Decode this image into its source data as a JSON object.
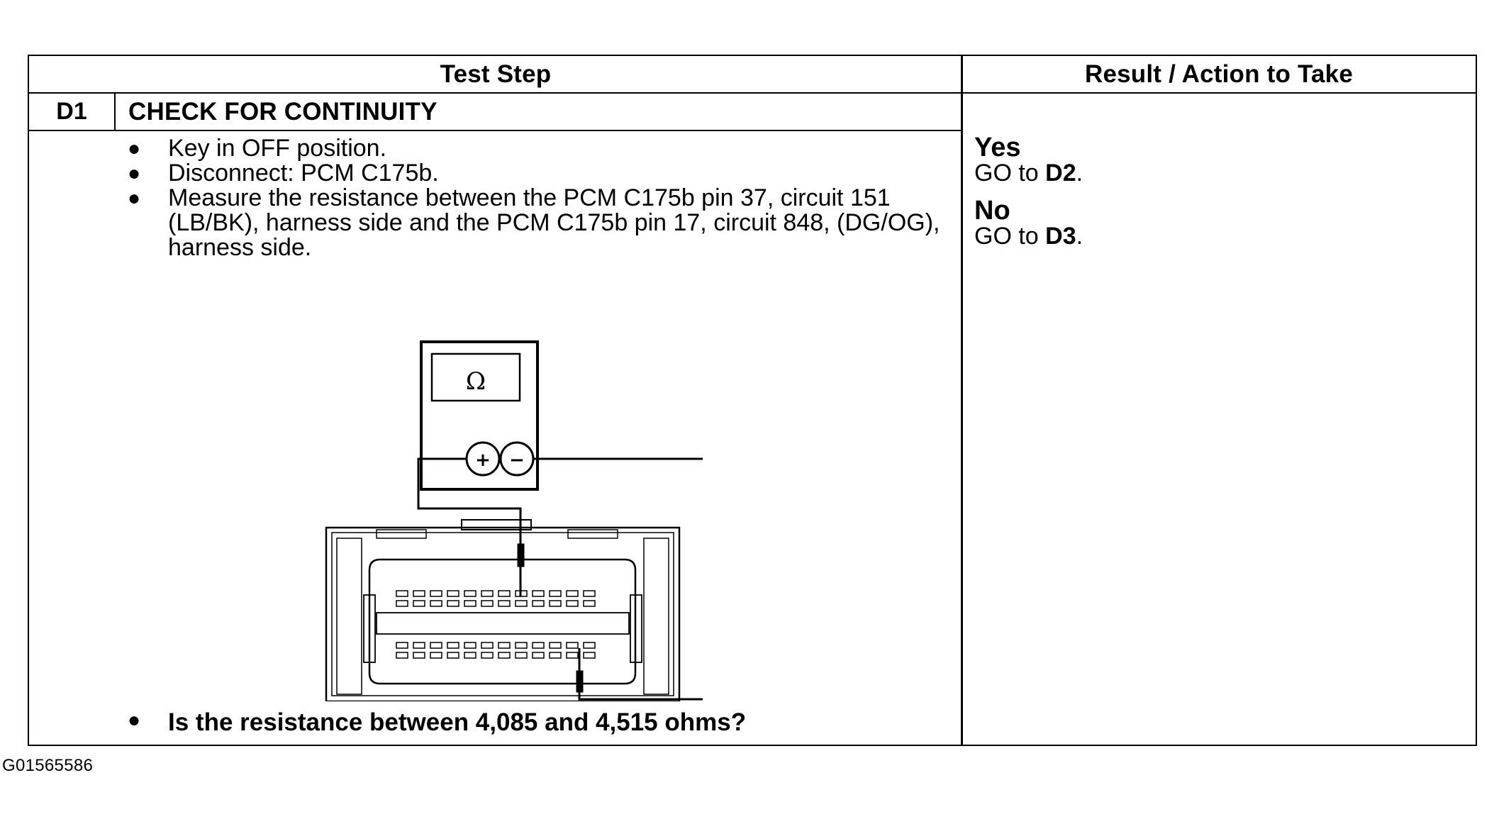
{
  "table": {
    "header": {
      "test_step": "Test Step",
      "result_action": "Result / Action to Take"
    },
    "step": {
      "id": "D1",
      "title": "CHECK FOR CONTINUITY",
      "instructions": [
        "Key in OFF position.",
        "Disconnect: PCM C175b.",
        "Measure the resistance between the PCM C175b pin 37, circuit 151 (LB/BK), harness side and the PCM C175b pin 17, circuit 848, (DG/OG), harness side."
      ],
      "question": "Is the resistance between 4,085 and 4,515 ohms?"
    },
    "results": [
      {
        "label": "Yes",
        "action_prefix": "GO to ",
        "action_target": "D2",
        "action_suffix": "."
      },
      {
        "label": "No",
        "action_prefix": "GO to ",
        "action_target": "D3",
        "action_suffix": "."
      }
    ]
  },
  "diagram": {
    "meter_symbol": "Ω",
    "plus_symbol": "+",
    "minus_symbol": "−",
    "icons": [
      "ohmmeter-icon",
      "connector-icon"
    ]
  },
  "figure_code": "G01565586"
}
